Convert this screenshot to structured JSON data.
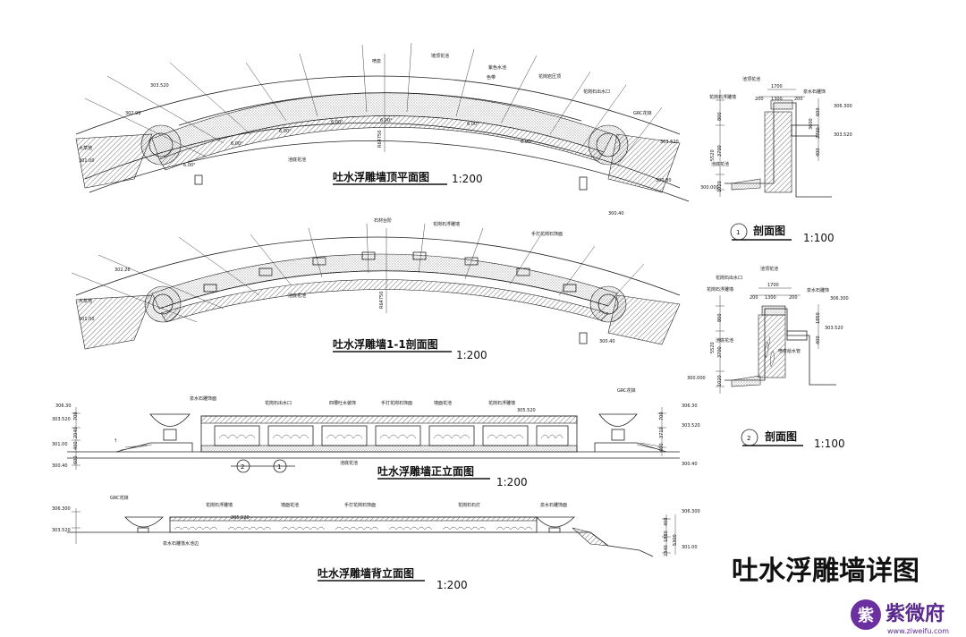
{
  "sheet_title": "吐水浮雕墙详图",
  "top_plan": {
    "title": "吐水浮雕墙顶平面图",
    "scale": "1:200",
    "labels": [
      "303.520",
      "302.98",
      "301.00",
      "大草地",
      "303.520",
      "GRC花钵",
      "300.80",
      "300.40",
      "R64750",
      "6.00°",
      "6.00°",
      "6.00°",
      "6.00°",
      "6.00°",
      "6.00°",
      "6.00°",
      "池底花池",
      "墙顶花池",
      "喷泉",
      "紫色水池",
      "花岗岩压顶",
      "色带",
      "花岗石出水口"
    ]
  },
  "section_plan": {
    "title": "吐水浮雕墙1-1剖面图",
    "scale": "1:200",
    "labels": [
      "302.26",
      "301.00",
      "大草地",
      "300.40",
      "R64750",
      "石材台阶",
      "花岗石浮雕墙",
      "手打花岗石饰面",
      "池底花池"
    ]
  },
  "front_elevation": {
    "title": "吐水浮雕墙正立面图",
    "scale": "1:200",
    "labels": [
      "306.30",
      "303.520",
      "301.00",
      "300.40",
      "305.520",
      "306.30",
      "303.520",
      "300.40",
      "GRC花钵",
      "泉水石雕饰面",
      "花岗石出水口",
      "四槽吐水装饰",
      "手打花岗石饰面",
      "墙面花池",
      "花岗石浮雕墙",
      "池底花池"
    ],
    "dims_left": [
      "700",
      "2040",
      "400",
      "600"
    ],
    "dims_right": [
      "700",
      "3710",
      "400"
    ],
    "markers": [
      "2",
      "1"
    ]
  },
  "back_elevation": {
    "title": "吐水浮雕墙背立面图",
    "scale": "1:200",
    "labels": [
      "GRC花钵",
      "306.300",
      "303.520",
      "305.520",
      "花岗石浮雕墙",
      "墙面花池",
      "手打花岗石饰面",
      "花岗石石灯",
      "泉水石雕饰面",
      "泉水石雕落水池边",
      "306.300",
      "301.00"
    ],
    "dims_right": [
      "400",
      "1880",
      "2340",
      "5300"
    ]
  },
  "section_1": {
    "marker": "1",
    "title": "剖面图",
    "scale": "1:100",
    "dims_top": [
      "1700",
      "200",
      "1300",
      "200"
    ],
    "labels": [
      "池顶花池",
      "花岗石浮雕墙",
      "泉水石雕饰",
      "306.300",
      "303.520",
      "池底花池",
      "300.000"
    ],
    "dims_left": [
      "800",
      "3700",
      "5520",
      "1020"
    ],
    "dims_right": [
      "600",
      "2700",
      "3600",
      "400"
    ]
  },
  "section_2": {
    "marker": "2",
    "title": "剖面图",
    "scale": "1:100",
    "dims_top": [
      "1700",
      "200",
      "1300",
      "200"
    ],
    "labels": [
      "池顶花池",
      "花岗石出水口",
      "花岗石浮雕墙",
      "泉水石雕饰",
      "306.300",
      "303.520",
      "池底花池",
      "喷泉给水管",
      "300.000"
    ],
    "dims_left": [
      "800",
      "3700",
      "5520",
      "1020"
    ],
    "dims_right": [
      "1850",
      "400"
    ]
  },
  "watermark": {
    "brand": "紫微府",
    "url": "www.ziweifu.com",
    "mark": "紫"
  }
}
